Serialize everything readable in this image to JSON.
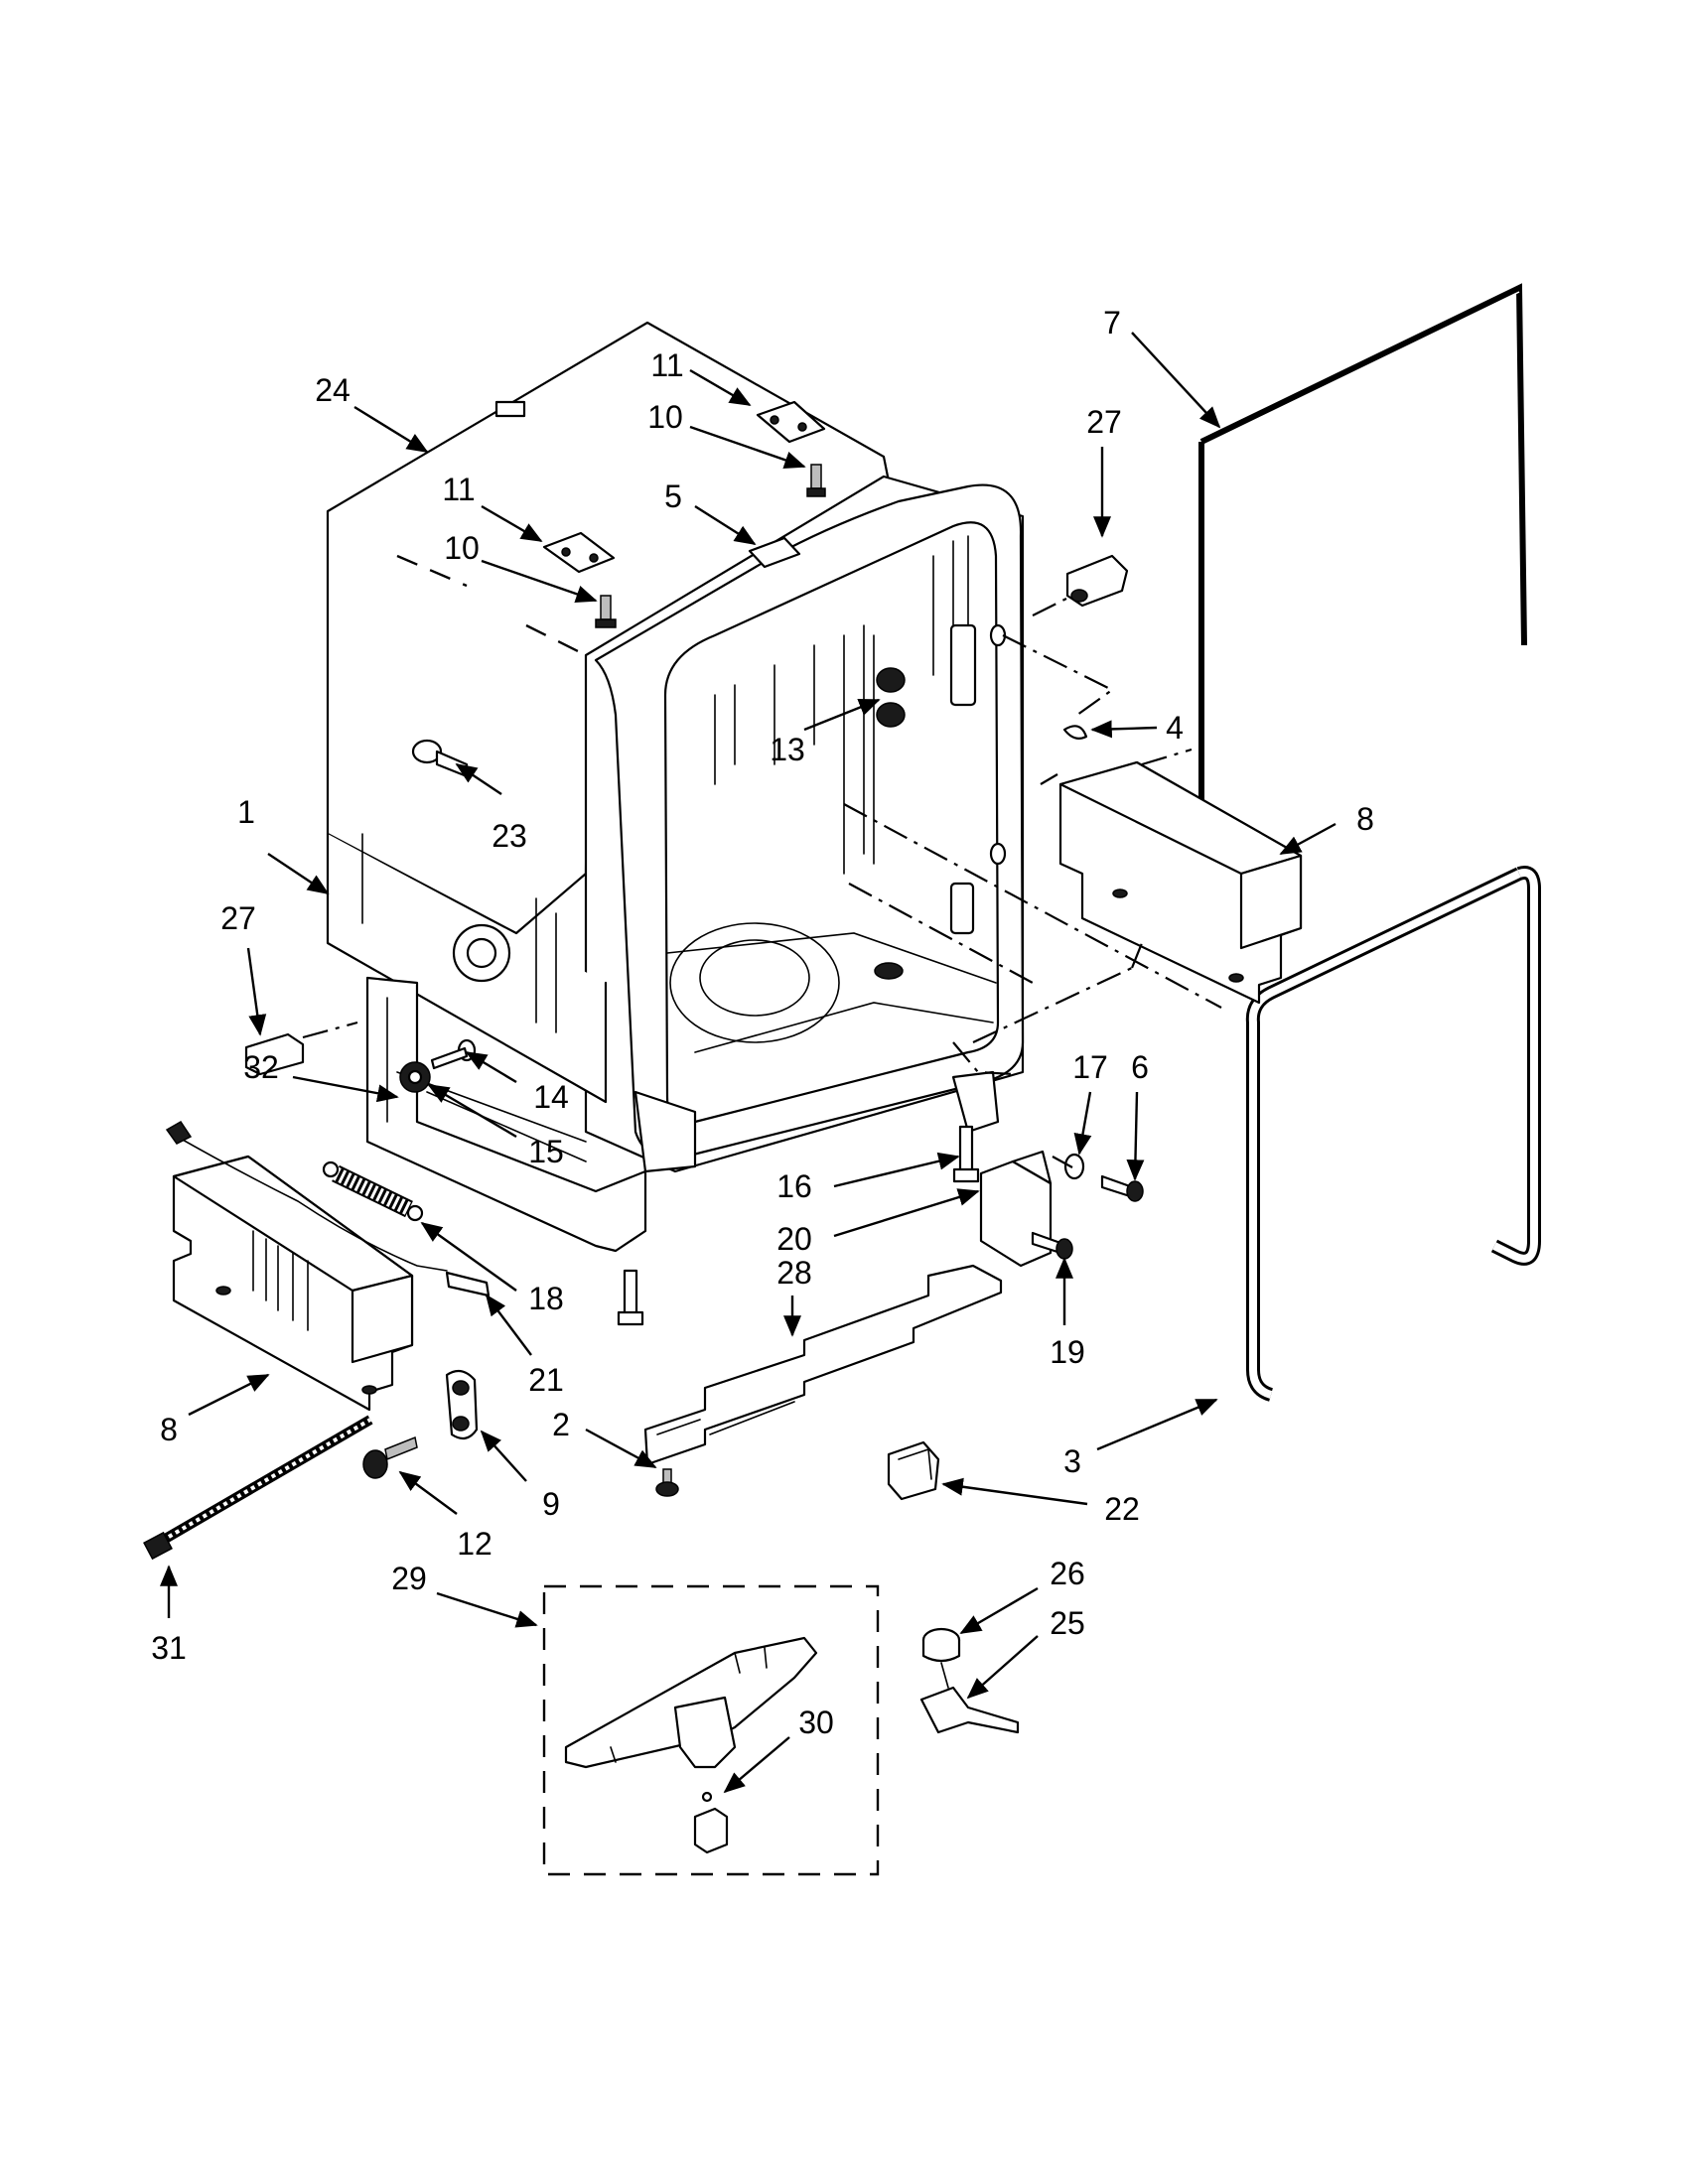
{
  "diagram": {
    "callouts": [
      {
        "id": "c24a",
        "text": "24"
      },
      {
        "id": "c11a",
        "text": "11"
      },
      {
        "id": "c10a",
        "text": "10"
      },
      {
        "id": "c11b",
        "text": "11"
      },
      {
        "id": "c10b",
        "text": "10"
      },
      {
        "id": "c5",
        "text": "5"
      },
      {
        "id": "c7",
        "text": "7"
      },
      {
        "id": "c27a",
        "text": "27"
      },
      {
        "id": "c4",
        "text": "4"
      },
      {
        "id": "c13",
        "text": "13"
      },
      {
        "id": "c23",
        "text": "23"
      },
      {
        "id": "c1",
        "text": "1"
      },
      {
        "id": "c8a",
        "text": "8"
      },
      {
        "id": "c27b",
        "text": "27"
      },
      {
        "id": "c17",
        "text": "17"
      },
      {
        "id": "c6",
        "text": "6"
      },
      {
        "id": "c14",
        "text": "14"
      },
      {
        "id": "c32",
        "text": "32"
      },
      {
        "id": "c15",
        "text": "15"
      },
      {
        "id": "c16",
        "text": "16"
      },
      {
        "id": "c20",
        "text": "20"
      },
      {
        "id": "c28",
        "text": "28"
      },
      {
        "id": "c18",
        "text": "18"
      },
      {
        "id": "c19",
        "text": "19"
      },
      {
        "id": "c21",
        "text": "21"
      },
      {
        "id": "c8b",
        "text": "8"
      },
      {
        "id": "c2",
        "text": "2"
      },
      {
        "id": "c3",
        "text": "3"
      },
      {
        "id": "c9",
        "text": "9"
      },
      {
        "id": "c22",
        "text": "22"
      },
      {
        "id": "c12",
        "text": "12"
      },
      {
        "id": "c26",
        "text": "26"
      },
      {
        "id": "c25",
        "text": "25"
      },
      {
        "id": "c29",
        "text": "29"
      },
      {
        "id": "c30",
        "text": "30"
      },
      {
        "id": "c31",
        "text": "31"
      }
    ]
  }
}
